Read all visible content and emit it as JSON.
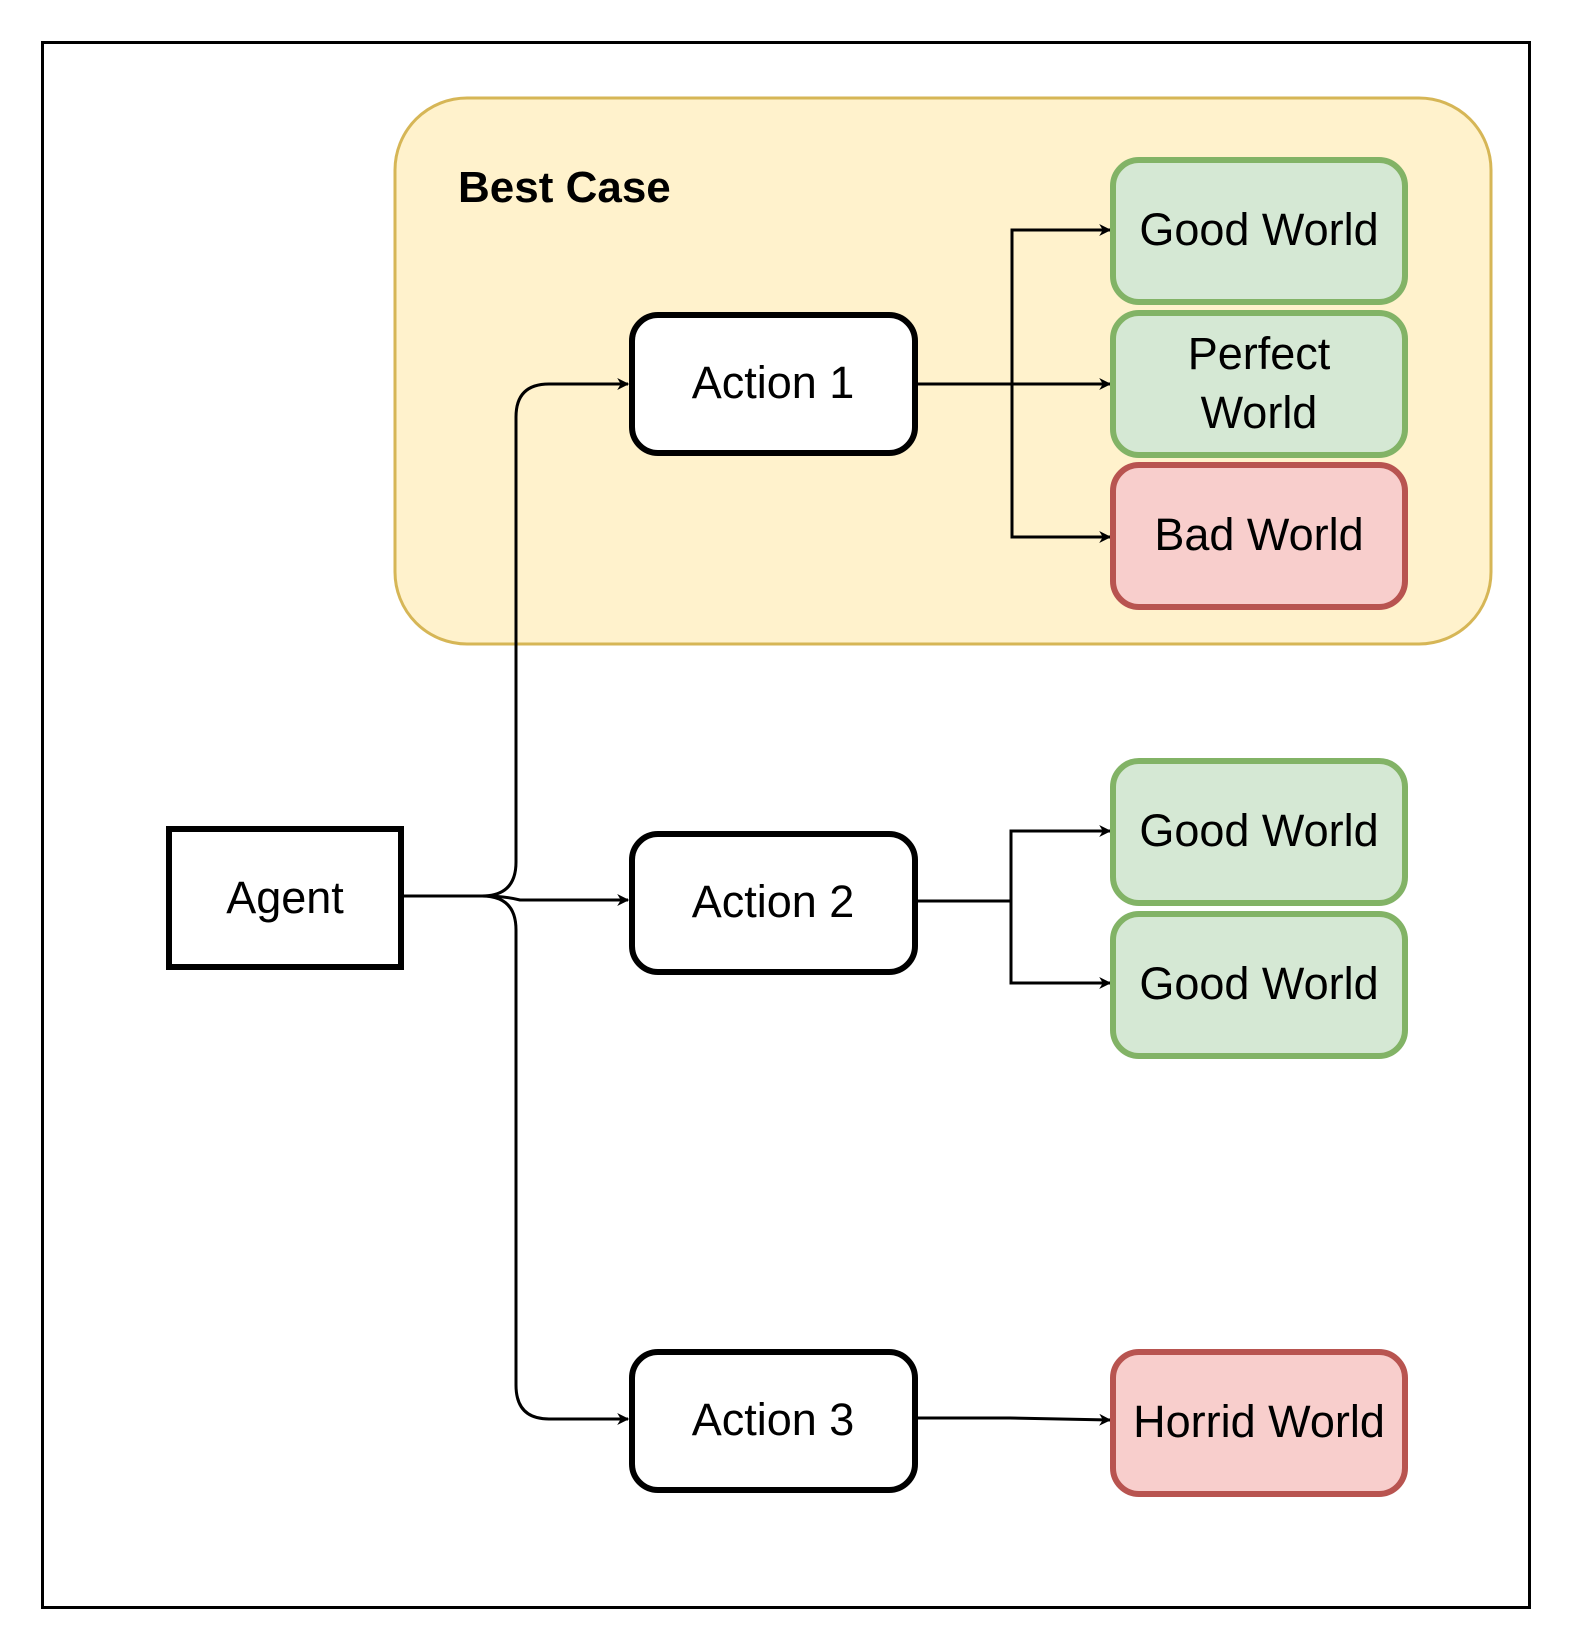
{
  "diagram": {
    "groups": [
      {
        "id": "best_case",
        "label": "Best Case",
        "fill": "#fff2cc",
        "stroke": "#d6b656"
      }
    ],
    "nodes": [
      {
        "id": "agent",
        "label": "Agent",
        "shape": "rect",
        "fill": "#ffffff",
        "stroke": "#000000"
      },
      {
        "id": "action1",
        "label": "Action 1",
        "shape": "rounded",
        "fill": "#ffffff",
        "stroke": "#000000"
      },
      {
        "id": "action2",
        "label": "Action 2",
        "shape": "rounded",
        "fill": "#ffffff",
        "stroke": "#000000"
      },
      {
        "id": "action3",
        "label": "Action 3",
        "shape": "rounded",
        "fill": "#ffffff",
        "stroke": "#000000"
      },
      {
        "id": "a1_good",
        "label": "Good World",
        "shape": "rounded",
        "fill": "#d5e8d4",
        "stroke": "#82b366",
        "outcome": "good"
      },
      {
        "id": "a1_perfect",
        "label": "Perfect World",
        "lines": [
          "Perfect",
          "World"
        ],
        "shape": "rounded",
        "fill": "#d5e8d4",
        "stroke": "#82b366",
        "outcome": "good"
      },
      {
        "id": "a1_bad",
        "label": "Bad World",
        "shape": "rounded",
        "fill": "#f8cecc",
        "stroke": "#b85450",
        "outcome": "bad"
      },
      {
        "id": "a2_good1",
        "label": "Good World",
        "shape": "rounded",
        "fill": "#d5e8d4",
        "stroke": "#82b366",
        "outcome": "good"
      },
      {
        "id": "a2_good2",
        "label": "Good World",
        "shape": "rounded",
        "fill": "#d5e8d4",
        "stroke": "#82b366",
        "outcome": "good"
      },
      {
        "id": "a3_horrid",
        "label": "Horrid World",
        "shape": "rounded",
        "fill": "#f8cecc",
        "stroke": "#b85450",
        "outcome": "bad"
      }
    ],
    "edges": [
      {
        "from": "agent",
        "to": "action1"
      },
      {
        "from": "agent",
        "to": "action2"
      },
      {
        "from": "agent",
        "to": "action3"
      },
      {
        "from": "action1",
        "to": "a1_good"
      },
      {
        "from": "action1",
        "to": "a1_perfect"
      },
      {
        "from": "action1",
        "to": "a1_bad"
      },
      {
        "from": "action2",
        "to": "a2_good1"
      },
      {
        "from": "action2",
        "to": "a2_good2"
      },
      {
        "from": "action3",
        "to": "a3_horrid"
      }
    ]
  }
}
